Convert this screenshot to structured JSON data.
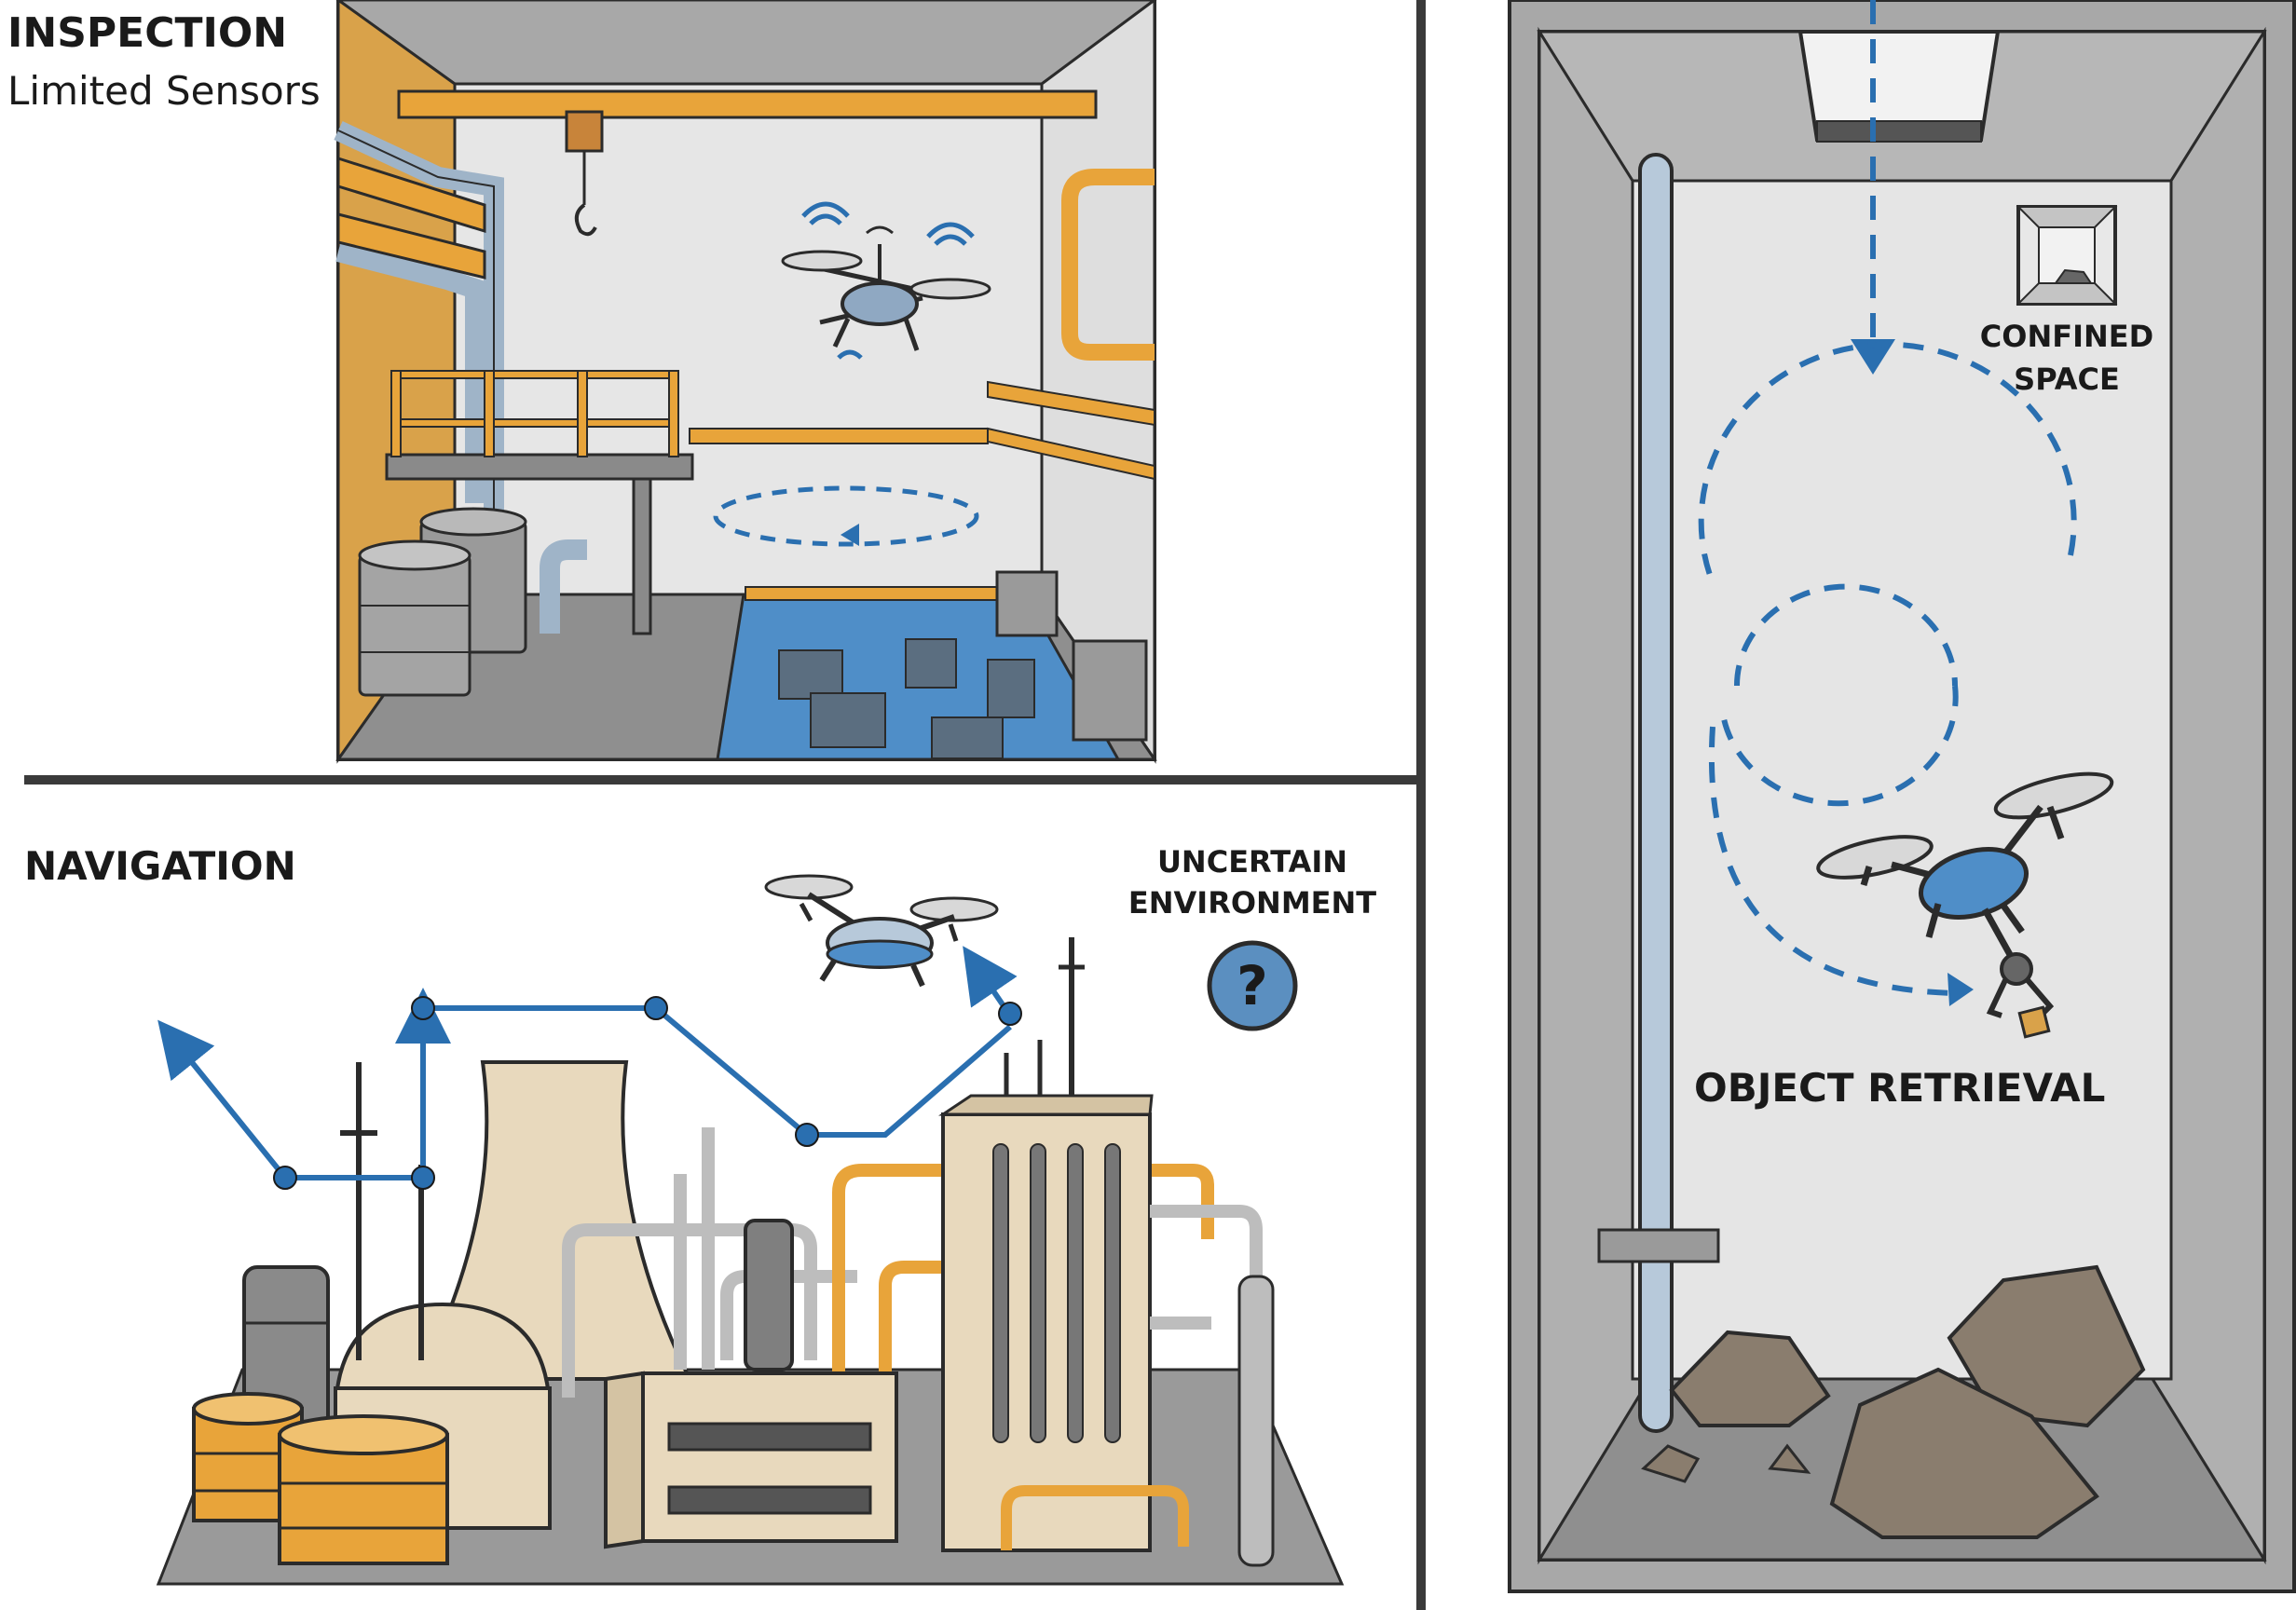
{
  "inspection": {
    "title": "INSPECTION",
    "subtitle": "Limited Sensors"
  },
  "navigation": {
    "title": "NAVIGATION",
    "uncertain_line1": "UNCERTAIN",
    "uncertain_line2": "ENVIRONMENT",
    "question_mark": "?"
  },
  "retrieval": {
    "confined_line1": "CONFINED",
    "confined_line2": "SPACE",
    "title": "OBJECT RETRIEVAL"
  },
  "colors": {
    "accent_blue": "#2a6fb0",
    "pipe_orange": "#e8a43a",
    "wall_grey": "#dcdcdc",
    "outline": "#2b2b2b"
  }
}
